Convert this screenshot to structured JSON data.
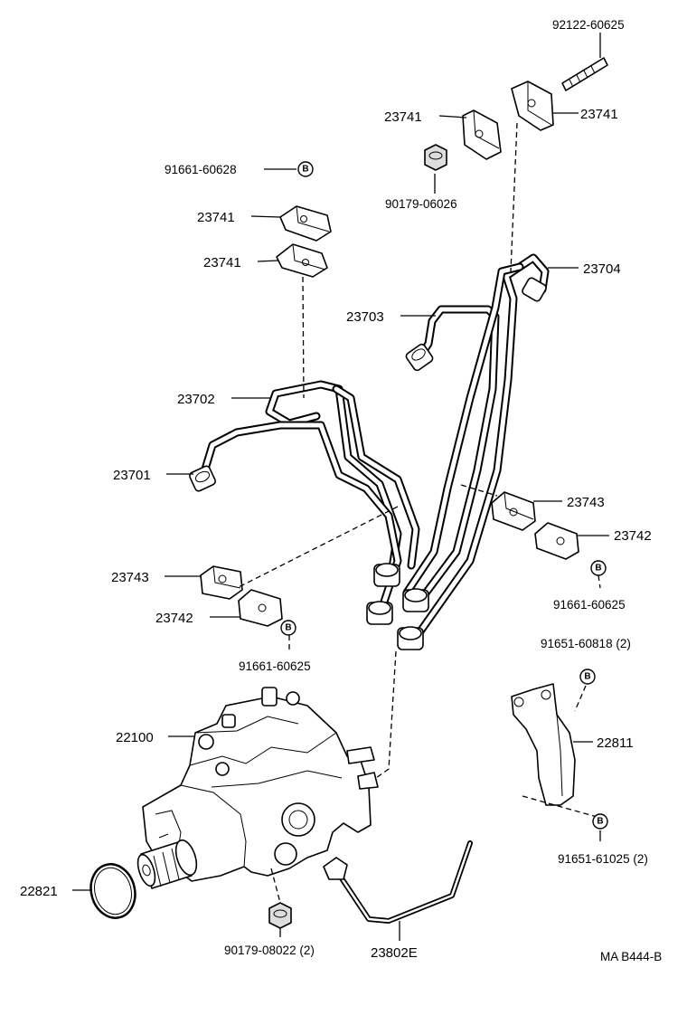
{
  "parts": {
    "p92122_60625": "92122-60625",
    "p23741_a": "23741",
    "p23741_b": "23741",
    "p90179_06026": "90179-06026",
    "p91661_60628": "91661-60628",
    "p23741_c": "23741",
    "p23741_d": "23741",
    "p23704": "23704",
    "p23703": "23703",
    "p23702": "23702",
    "p23701": "23701",
    "p23743_r": "23743",
    "p23742_r": "23742",
    "p91661_60625_r": "91661-60625",
    "p23743_l": "23743",
    "p23742_l": "23742",
    "p91661_60625_l": "91661-60625",
    "p91651_60818": "91651-60818 (2)",
    "p22100": "22100",
    "p22811": "22811",
    "p91651_61025": "91651-61025 (2)",
    "p22821": "22821",
    "p90179_08022": "90179-08022 (2)",
    "p23802E": "23802E"
  },
  "marker_letter": "B",
  "diagram_code": "MA B444-B"
}
